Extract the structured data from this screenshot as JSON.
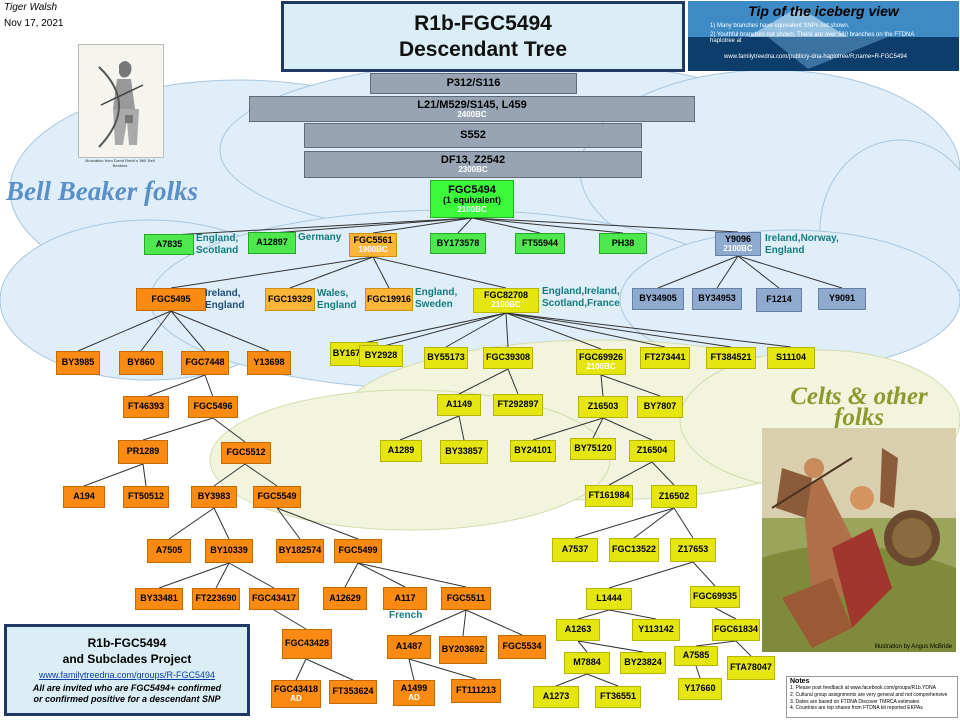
{
  "author": "Tiger Walsh",
  "date": "Nov 17, 2021",
  "title_line1": "R1b-FGC5494",
  "title_line2": "Descendant Tree",
  "tip": {
    "heading": "Tip of the iceberg view",
    "line1": "1) Many branches have equivalent SNPs not shown.",
    "line2": "2) Youthful branches not shown. There are over 580 branches on the FTDNA haplotree at",
    "line3": "www.familytreedna.com/public/y-dna-haplotree/R;name=R-FGC5494"
  },
  "bell_beaker_label": "Bell Beaker folks",
  "celts_label": "Celts & other folks",
  "illustration_left_caption": "Illustration from David Reich's 'Mill' Bell Beakers",
  "illustration_right_caption": "Illustration by Angus McBride",
  "colors": {
    "orange": "#f98a12",
    "light_orange": "#fbb63a",
    "yellow": "#e5e50f",
    "green": "#3cf93c",
    "blue": "#8fa9cf",
    "grey": "#98a4b3",
    "teal": "#137c80"
  },
  "trunk": {
    "p312": "P312/S116",
    "l21": "L21/M529/S145, L459",
    "l21_date": "2400BC",
    "s552": "S552",
    "df13": "DF13, Z2542",
    "df13_date": "2300BC",
    "fgc5494": "FGC5494",
    "fgc5494_equiv": "(1 equivalent)",
    "fgc5494_date": "2100BC"
  },
  "nodes": {
    "A7835": "A7835",
    "A12897": "A12897",
    "FGC5561": "FGC5561",
    "FGC5561_date": "1900BC",
    "BY173578": "BY173578",
    "FT55944": "FT55944",
    "PH38": "PH38",
    "Y9096": "Y9096",
    "Y9096_date": "2100BC",
    "FGC5495": "FGC5495",
    "FGC19329": "FGC19329",
    "FGC19916": "FGC19916",
    "FGC82708": "FGC82708",
    "FGC82708_date": "2100BC",
    "BY34905": "BY34905",
    "BY34953": "BY34953",
    "F1214": "F1214",
    "Y9091": "Y9091",
    "BY3985": "BY3985",
    "BY860": "BY860",
    "FGC7448": "FGC7448",
    "Y13698": "Y13698",
    "BY167148": "BY167148",
    "BY2928": "BY2928",
    "BY55173": "BY55173",
    "FGC39308": "FGC39308",
    "FGC69926": "FGC69926",
    "FGC69926_date": "2100BC",
    "FT273441": "FT273441",
    "FT384521": "FT384521",
    "S11104": "S11104",
    "FT46393": "FT46393",
    "FGC5496": "FGC5496",
    "A1149": "A1149",
    "FT292897": "FT292897",
    "Z16503": "Z16503",
    "BY7807": "BY7807",
    "PR1289": "PR1289",
    "FGC5512": "FGC5512",
    "A1289": "A1289",
    "BY33857": "BY33857",
    "BY24101": "BY24101",
    "BY75120": "BY75120",
    "Z16504": "Z16504",
    "A194": "A194",
    "FT50512": "FT50512",
    "BY3983": "BY3983",
    "FGC5549": "FGC5549",
    "FT161984": "FT161984",
    "Z16502": "Z16502",
    "A7505": "A7505",
    "BY10339": "BY10339",
    "BY182574": "BY182574",
    "FGC5499": "FGC5499",
    "A7537": "A7537",
    "FGC13522": "FGC13522",
    "Z17653": "Z17653",
    "BY33481": "BY33481",
    "FT223690": "FT223690",
    "FGC43417": "FGC43417",
    "A12629": "A12629",
    "A117": "A117",
    "FGC5511": "FGC5511",
    "L1444": "L1444",
    "FGC69935": "FGC69935",
    "FGC43428": "FGC43428",
    "A1487": "A1487",
    "BY203692": "BY203692",
    "FGC5534": "FGC5534",
    "A1263": "A1263",
    "Y113142": "Y113142",
    "FGC61834": "FGC61834",
    "M7884": "M7884",
    "BY23824": "BY23824",
    "A7585": "A7585",
    "FTA78047": "FTA78047",
    "FGC43418": "FGC43418",
    "FGC43418_date": "AD",
    "FT353624": "FT353624",
    "A1499": "A1499",
    "A1499_date": "AD",
    "FT111213": "FT111213",
    "A1273": "A1273",
    "FT36551": "FT36551",
    "Y17660": "Y17660"
  },
  "geo": {
    "A7835": "England,\nScotland",
    "A12897": "Germany",
    "Y9096": "Ireland,Norway,\nEngland",
    "FGC5495": "Ireland,\nEngland",
    "FGC19329": "Wales,\nEngland",
    "FGC19916": "England,\nSweden",
    "FGC82708": "England,Ireland,\nScotland,France",
    "A117": "French"
  },
  "project": {
    "title1": "R1b-FGC5494",
    "title2": "and Subclades Project",
    "link": "www.familytreedna.com/groups/R-FGC5494",
    "invite1": "All are invited who are FGC5494+ confirmed",
    "invite2": "or confirmed positive for a descendant SNP"
  },
  "notes": {
    "heading": "Notes",
    "n1": "1.  Please post feedback at www.facebook.com/groups/R1b.YDNA",
    "n2": "2.  Cultural group assignments are very general and not comprehensive",
    "n3": "3.  Dates are based on FTDNA Discover TMRCA estimates",
    "n4": "4.  Countries are top shares from FTDNA kit reported EKPAs"
  }
}
